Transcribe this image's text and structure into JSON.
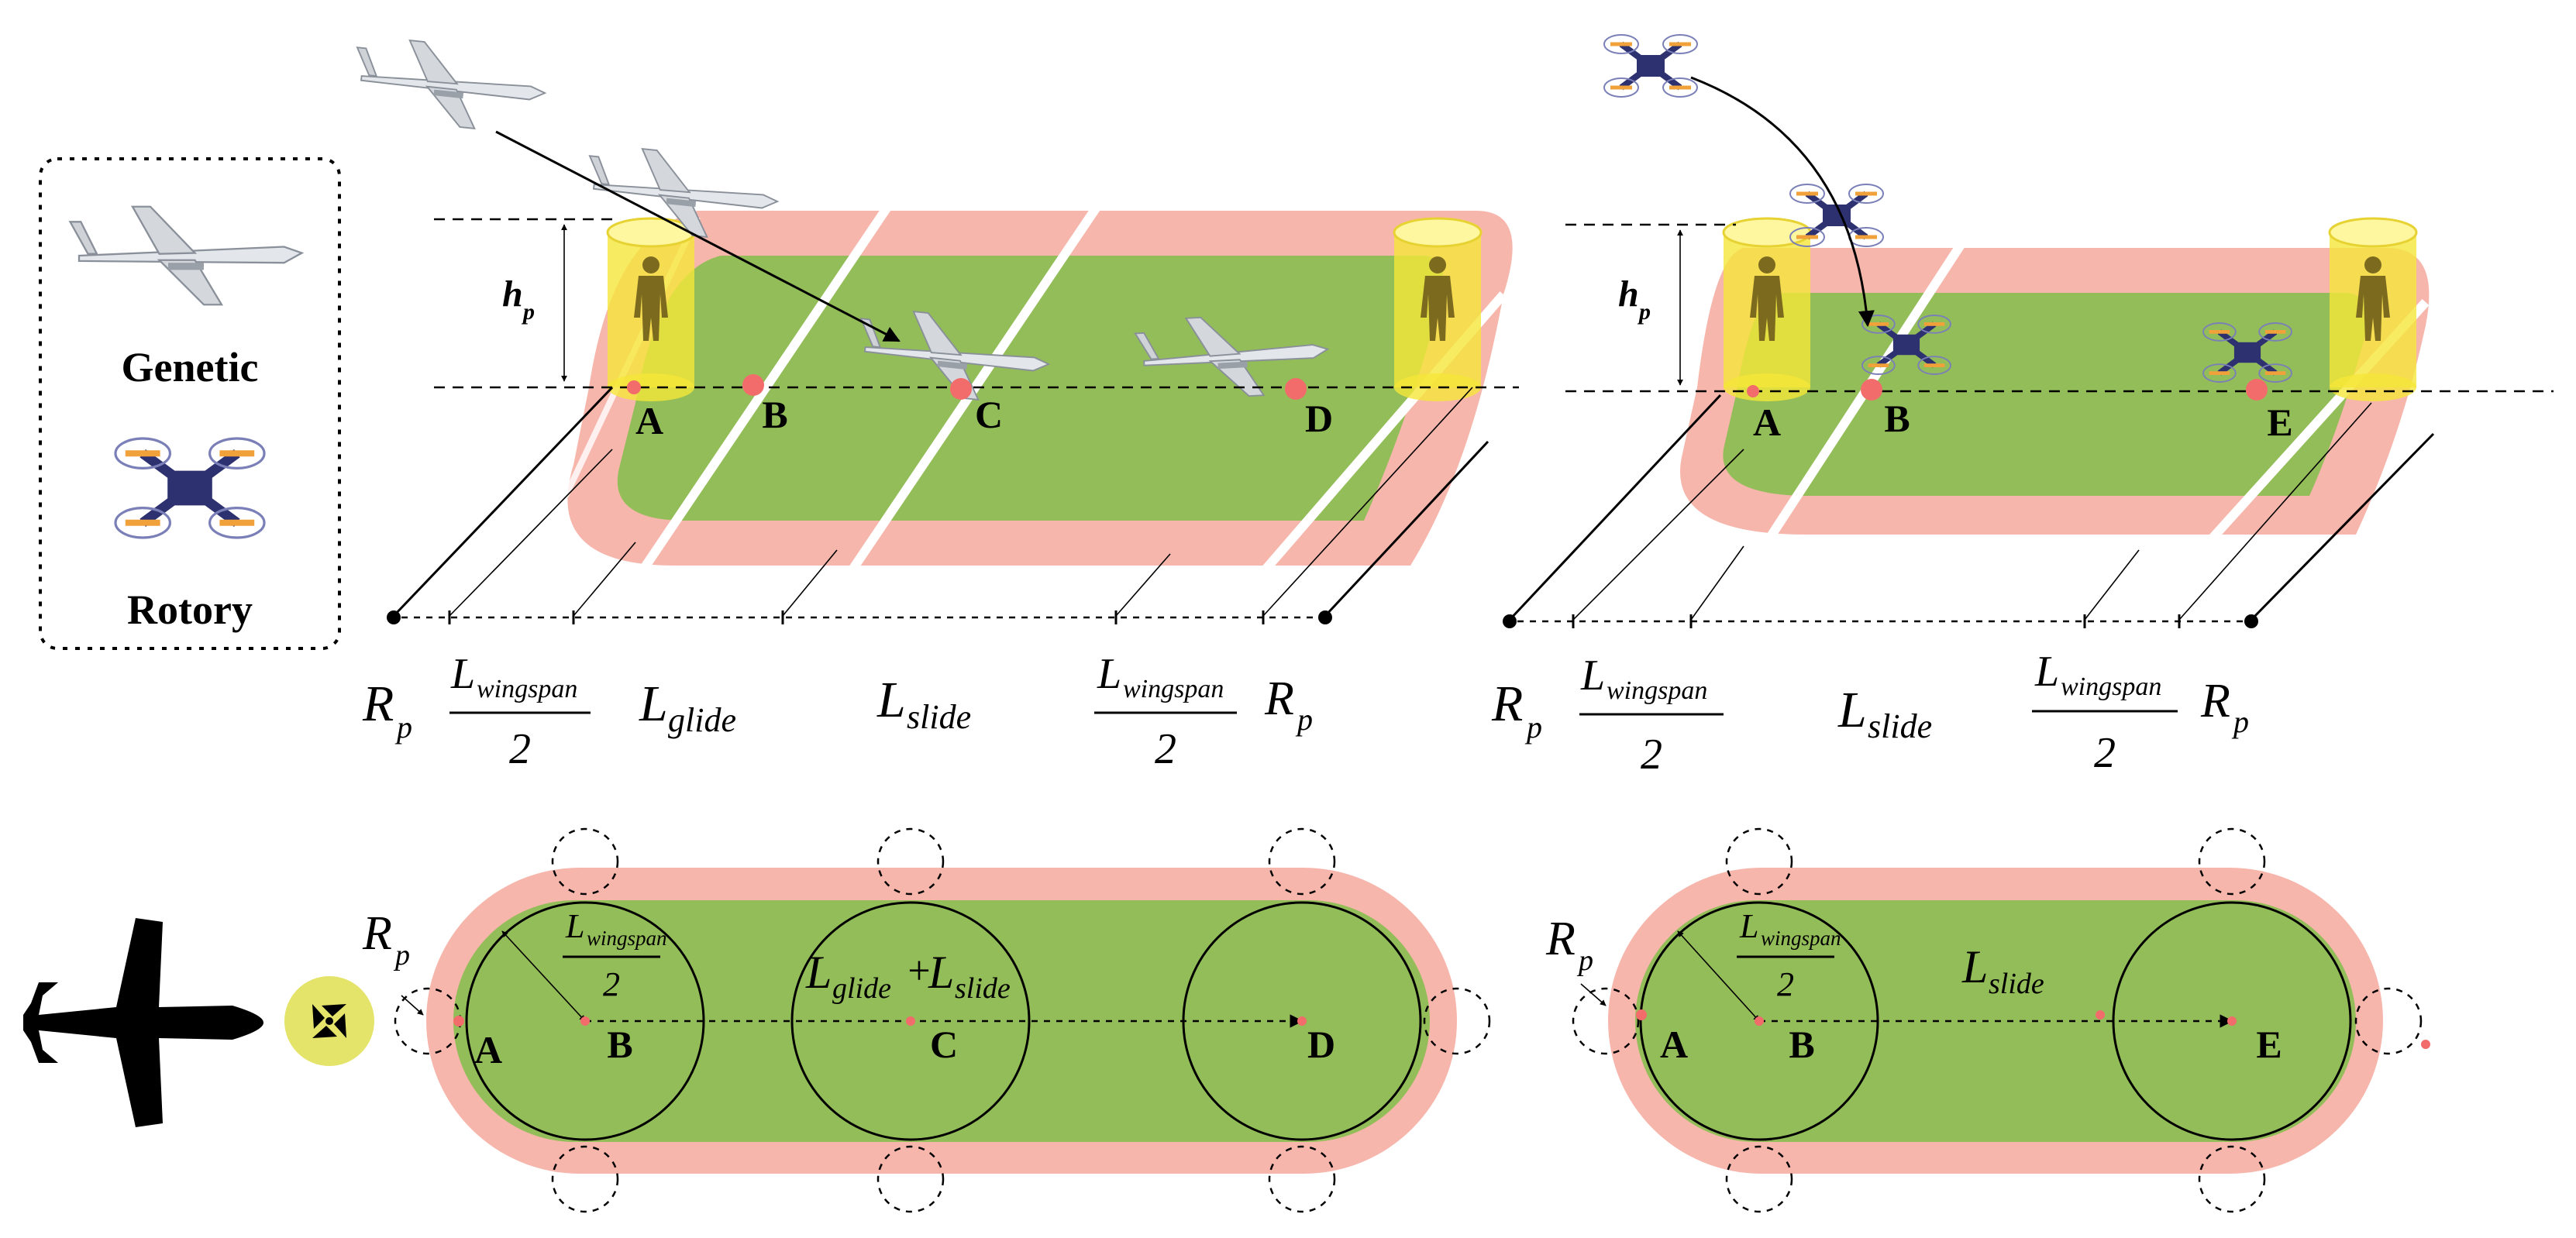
{
  "legend": {
    "fixed_wing_label": "Genetic",
    "rotary_label": "Rotory"
  },
  "top_left": {
    "height_symbol": "h",
    "height_sub": "p",
    "points": [
      "A",
      "B",
      "C",
      "D"
    ],
    "dims": {
      "r_left": "R",
      "r_left_sub": "p",
      "wing_left_num": "L",
      "wing_left_num_sub": "wingspan",
      "wing_left_den": "2",
      "glide": "L",
      "glide_sub": "glide",
      "slide": "L",
      "slide_sub": "slide",
      "wing_right_num": "L",
      "wing_right_num_sub": "wingspan",
      "wing_right_den": "2",
      "r_right": "R",
      "r_right_sub": "p"
    }
  },
  "top_right": {
    "height_symbol": "h",
    "height_sub": "p",
    "points": [
      "A",
      "B",
      "E"
    ],
    "dims": {
      "r_left": "R",
      "r_left_sub": "p",
      "wing_left_num": "L",
      "wing_left_num_sub": "wingspan",
      "wing_left_den": "2",
      "slide": "L",
      "slide_sub": "slide",
      "wing_right_num": "L",
      "wing_right_num_sub": "wingspan",
      "wing_right_den": "2",
      "r_right": "R",
      "r_right_sub": "p"
    }
  },
  "bottom_left": {
    "points": [
      "A",
      "B",
      "C",
      "D"
    ],
    "r": "R",
    "r_sub": "p",
    "radius_num": "L",
    "radius_num_sub": "wingspan",
    "radius_den": "2",
    "path_a": "L",
    "path_a_sub": "glide",
    "plus": "+",
    "path_b": "L",
    "path_b_sub": "slide"
  },
  "bottom_right": {
    "points": [
      "A",
      "B",
      "E"
    ],
    "r": "R",
    "r_sub": "p",
    "radius_num": "L",
    "radius_num_sub": "wingspan",
    "radius_den": "2",
    "path": "L",
    "path_sub": "slide"
  },
  "colors": {
    "buffer": "#f7b6ac",
    "field": "#93bd58",
    "person_zone": "#f5e63a",
    "point": "#f26c6c",
    "drone": "#2e3170",
    "prop": "#f0a13a"
  }
}
